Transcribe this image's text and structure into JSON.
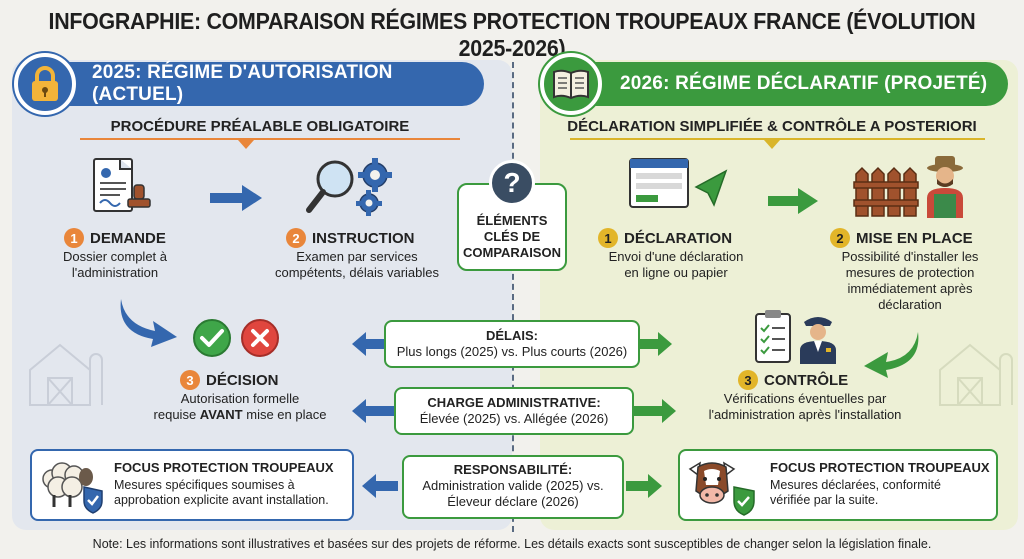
{
  "title": "INFOGRAPHIE: COMPARAISON RÉGIMES PROTECTION TROUPEAUX FRANCE (ÉVOLUTION 2025-2026)",
  "left": {
    "header": "2025: RÉGIME D'AUTORISATION (ACTUEL)",
    "subtitle": "PROCÉDURE PRÉALABLE OBLIGATOIRE",
    "steps": [
      {
        "num": "1",
        "title": "DEMANDE",
        "desc_line1": "Dossier complet à",
        "desc_line2": "l'administration"
      },
      {
        "num": "2",
        "title": "INSTRUCTION",
        "desc_line1": "Examen par services",
        "desc_line2": "compétents, délais variables"
      },
      {
        "num": "3",
        "title": "DÉCISION",
        "desc_line1": "Autorisation formelle",
        "desc_line2a": "requise ",
        "desc_line2b": "AVANT",
        "desc_line2c": " mise en place"
      }
    ],
    "focus": {
      "title": "FOCUS PROTECTION TROUPEAUX",
      "line1": "Mesures spécifiques soumises à",
      "line2": "approbation explicite avant installation."
    }
  },
  "right": {
    "header": "2026: RÉGIME DÉCLARATIF (PROJETÉ)",
    "subtitle": "DÉCLARATION SIMPLIFIÉE & CONTRÔLE A POSTERIORI",
    "steps": [
      {
        "num": "1",
        "title": "DÉCLARATION",
        "desc_line1": "Envoi d'une déclaration",
        "desc_line2": "en ligne ou papier"
      },
      {
        "num": "2",
        "title": "MISE EN PLACE",
        "desc_line1": "Possibilité d'installer les",
        "desc_line2": "mesures de protection",
        "desc_line3": "immédiatement après",
        "desc_line4": "déclaration"
      },
      {
        "num": "3",
        "title": "CONTRÔLE",
        "desc_line1": "Vérifications éventuelles par",
        "desc_line2": "l'administration après l'installation"
      }
    ],
    "focus": {
      "title": "FOCUS PROTECTION TROUPEAUX",
      "line1": "Mesures déclarées, conformité",
      "line2": "vérifiée par la suite."
    }
  },
  "center": {
    "symbol": "?",
    "line1": "ÉLÉMENTS",
    "line2": "CLÉS DE",
    "line3": "COMPARAISON",
    "items": [
      {
        "label": "DÉLAIS:",
        "line1": "Plus longs (2025) vs. Plus courts (2026)"
      },
      {
        "label": "CHARGE ADMINISTRATIVE:",
        "line1": "Élevée (2025) vs. Allégée (2026)"
      },
      {
        "label": "RESPONSABILITÉ:",
        "line1": "Administration valide (2025) vs.",
        "line2": "Éleveur déclare (2026)"
      }
    ]
  },
  "note": "Note: Les informations sont illustratives et basées sur des projets de réforme. Les détails exacts sont susceptibles de changer selon la législation finale.",
  "colors": {
    "blue": "#3467ae",
    "green": "#3b9a3e",
    "orange": "#e9863a",
    "yellow": "#e2b529",
    "red": "#e0463e"
  },
  "icons": [
    "lock-icon",
    "book-icon",
    "document-stamp-icon",
    "magnifier-gears-icon",
    "check-icon",
    "cross-icon",
    "question-icon",
    "web-form-icon",
    "send-icon",
    "fence-icon",
    "farmer-icon",
    "clipboard-icon",
    "inspector-icon",
    "sheep-shield-icon",
    "cow-shield-icon",
    "barn-icon",
    "arrow-icon"
  ]
}
